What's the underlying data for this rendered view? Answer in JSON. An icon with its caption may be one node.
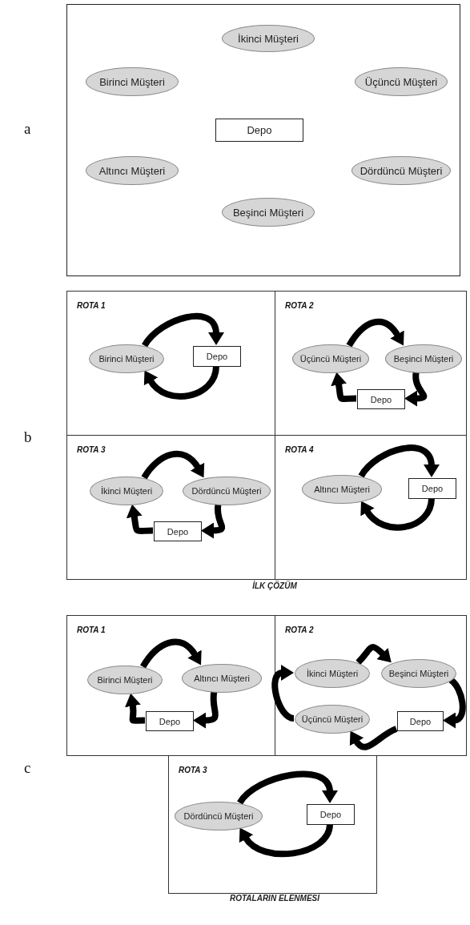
{
  "diagram": {
    "nodes": [
      {
        "text": [],
        "shape": "box"
      },
      {
        "text": [
          "İkinci Müşteri"
        ],
        "in": 0
      },
      {
        "text": [
          "Birinci Müşteri"
        ],
        "in": 0
      },
      {
        "text": [
          "Üçüncü Müşteri"
        ],
        "in": 0
      },
      {
        "text": [
          "Depo"
        ],
        "in": 0
      },
      {
        "text": [
          "Altıncı Müşteri"
        ],
        "in": 0
      },
      {
        "text": [
          "Dördüncü Müşteri"
        ],
        "in": 0
      },
      {
        "text": [
          "Beşinci Müşteri"
        ],
        "in": 0
      },
      {
        "text": [
          "ROTA 1"
        ]
      },
      {
        "text": [
          "Birinci Müşteri"
        ],
        "in": 8
      },
      {
        "text": [
          "Depo"
        ],
        "in": 8
      },
      {
        "text": [
          "ROTA 2"
        ]
      },
      {
        "text": [
          "Üçüncü Müşteri"
        ],
        "in": 11
      },
      {
        "text": [
          "Beşinci Müşteri"
        ],
        "in": 11
      },
      {
        "text": [
          "Depo"
        ],
        "in": 11
      },
      {
        "text": [
          "ROTA 3"
        ]
      },
      {
        "text": [
          "İkinci Müşteri"
        ],
        "in": 15
      },
      {
        "text": [
          "Dördüncü Müşteri"
        ],
        "in": 15
      },
      {
        "text": [
          "Depo"
        ],
        "in": 15
      },
      {
        "text": [
          "ROTA 4"
        ]
      },
      {
        "text": [
          "Altıncı Müşteri"
        ],
        "in": 19
      },
      {
        "text": [
          "Depo"
        ],
        "in": 19
      },
      {
        "text": [
          "ROTA 1"
        ]
      },
      {
        "text": [
          "Birinci Müşteri"
        ],
        "in": 22
      },
      {
        "text": [
          "Altıncı Müşteri"
        ],
        "in": 22
      },
      {
        "text": [
          "Depo"
        ],
        "in": 22
      },
      {
        "text": [
          "ROTA 2"
        ]
      },
      {
        "text": [
          "İkinci Müşteri"
        ],
        "in": 26
      },
      {
        "text": [
          "Beşinci Müşteri"
        ],
        "in": 26
      },
      {
        "text": [
          "Üçüncü Müşteri"
        ],
        "in": 26
      },
      {
        "text": [
          "Depo"
        ],
        "in": 26
      },
      {
        "text": [
          "ROTA 3"
        ]
      },
      {
        "text": [
          "Dördüncü Müşteri"
        ],
        "in": 31
      },
      {
        "text": [
          "Depo"
        ],
        "in": 31
      }
    ],
    "edges": [
      {
        "from": 9,
        "to": 10,
        "arrow": "to"
      },
      {
        "from": 10,
        "to": 9,
        "arrow": "to"
      },
      {
        "from": 12,
        "to": 13,
        "arrow": "to"
      },
      {
        "from": 13,
        "to": 14,
        "arrow": "to"
      },
      {
        "from": 14,
        "to": 12,
        "arrow": "to"
      },
      {
        "from": 16,
        "to": 17,
        "arrow": "to"
      },
      {
        "from": 17,
        "to": 18,
        "arrow": "to"
      },
      {
        "from": 18,
        "to": 16,
        "arrow": "to"
      },
      {
        "from": 20,
        "to": 21,
        "arrow": "to"
      },
      {
        "from": 21,
        "to": 20,
        "arrow": "to"
      },
      {
        "from": 23,
        "to": 24,
        "arrow": "to"
      },
      {
        "from": 24,
        "to": 25,
        "arrow": "to"
      },
      {
        "from": 25,
        "to": 23,
        "arrow": "to"
      },
      {
        "from": 27,
        "to": 28,
        "arrow": "to"
      },
      {
        "from": 28,
        "to": 30,
        "arrow": "to"
      },
      {
        "from": 30,
        "to": 29,
        "arrow": "to"
      },
      {
        "from": 29,
        "to": 27,
        "arrow": "to"
      },
      {
        "from": 32,
        "to": 33,
        "arrow": "to"
      },
      {
        "from": 33,
        "to": 32,
        "arrow": "to"
      }
    ],
    "labels": [
      "a",
      "b",
      "İLK ÇÖZÜM",
      "c",
      "ROTALARIN ELENMESİ"
    ]
  }
}
